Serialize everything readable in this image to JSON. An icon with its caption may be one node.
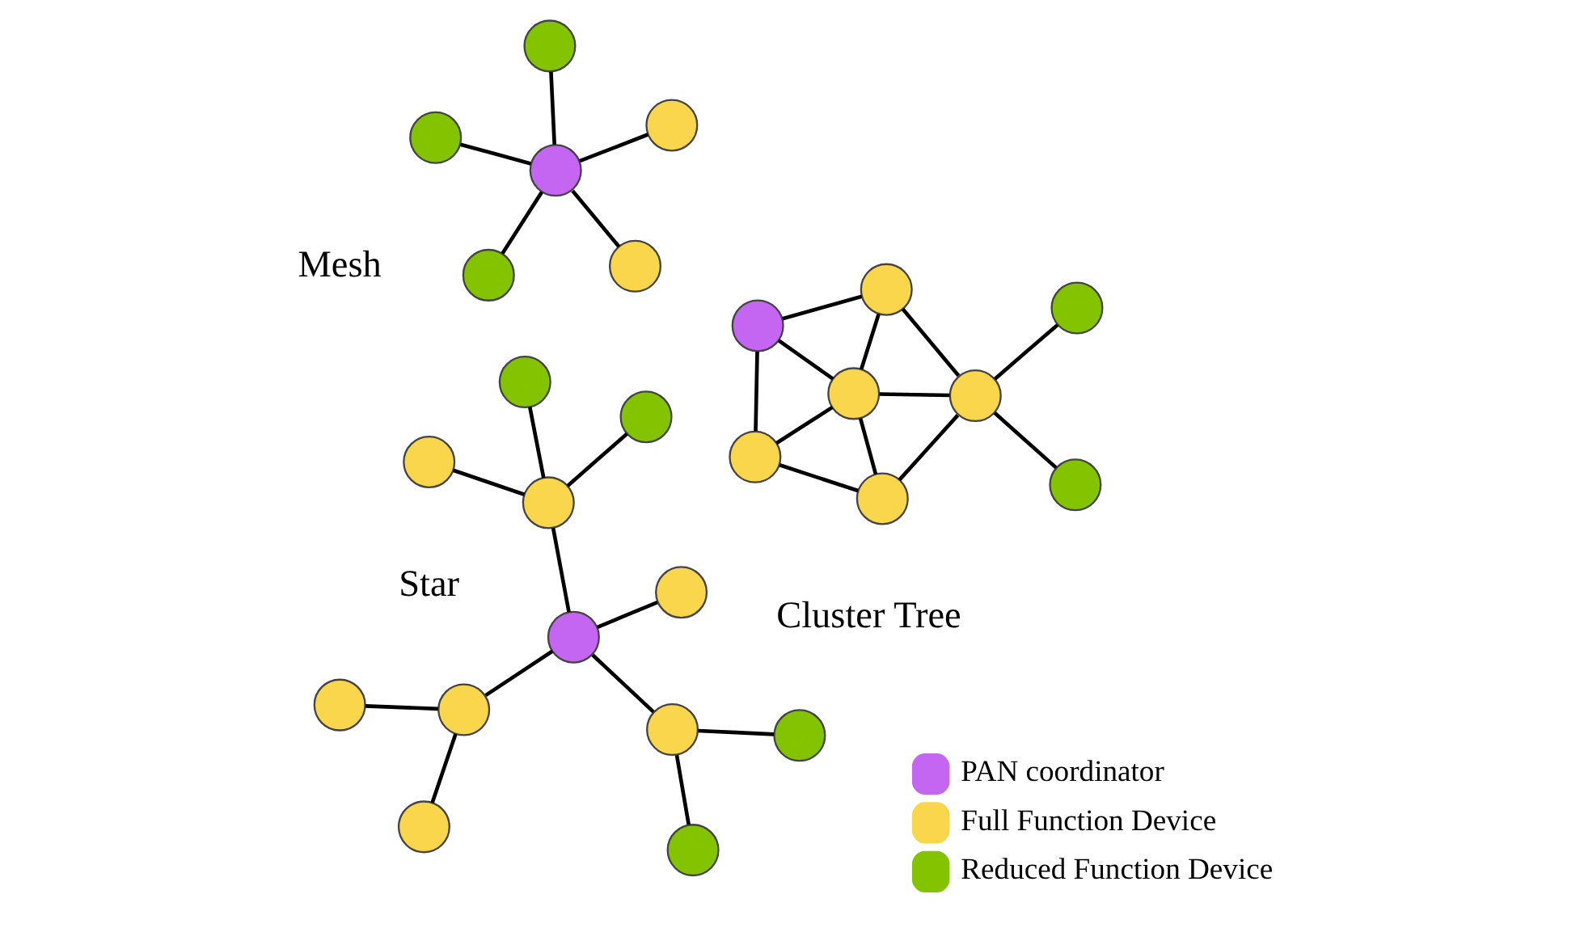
{
  "diagram": {
    "nodes": [
      {
        "text": [],
        "shape": "circle"
      },
      {
        "text": [],
        "shape": "circle"
      },
      {
        "text": [],
        "shape": "circle"
      },
      {
        "text": [],
        "shape": "circle"
      },
      {
        "text": [],
        "shape": "circle"
      },
      {
        "text": [],
        "shape": "circle"
      },
      {
        "text": [],
        "shape": "circle"
      },
      {
        "text": [],
        "shape": "circle"
      },
      {
        "text": [],
        "shape": "circle"
      },
      {
        "text": [],
        "shape": "circle"
      },
      {
        "text": [],
        "shape": "circle"
      },
      {
        "text": [],
        "shape": "circle"
      },
      {
        "text": [],
        "shape": "circle"
      },
      {
        "text": [],
        "shape": "circle"
      },
      {
        "text": [],
        "shape": "circle"
      },
      {
        "text": [],
        "shape": "circle"
      },
      {
        "text": [],
        "shape": "circle"
      },
      {
        "text": [],
        "shape": "circle"
      },
      {
        "text": [],
        "shape": "circle"
      },
      {
        "text": [],
        "shape": "circle"
      },
      {
        "text": [],
        "shape": "circle"
      },
      {
        "text": [],
        "shape": "circle"
      },
      {
        "text": [],
        "shape": "circle"
      },
      {
        "text": [],
        "shape": "circle"
      },
      {
        "text": [],
        "shape": "circle"
      },
      {
        "text": [],
        "shape": "circle"
      }
    ],
    "edges": [
      {
        "from": 0,
        "to": 1,
        "arrow": "none"
      },
      {
        "from": 0,
        "to": 2,
        "arrow": "none"
      },
      {
        "from": 0,
        "to": 3,
        "arrow": "none"
      },
      {
        "from": 0,
        "to": 4,
        "arrow": "none"
      },
      {
        "from": 0,
        "to": 5,
        "arrow": "none"
      },
      {
        "from": 6,
        "to": 7,
        "arrow": "none"
      },
      {
        "from": 6,
        "to": 8,
        "arrow": "none"
      },
      {
        "from": 6,
        "to": 9,
        "arrow": "none"
      },
      {
        "from": 7,
        "to": 8,
        "arrow": "none"
      },
      {
        "from": 7,
        "to": 10,
        "arrow": "none"
      },
      {
        "from": 8,
        "to": 9,
        "arrow": "none"
      },
      {
        "from": 8,
        "to": 10,
        "arrow": "none"
      },
      {
        "from": 8,
        "to": 12,
        "arrow": "none"
      },
      {
        "from": 9,
        "to": 12,
        "arrow": "none"
      },
      {
        "from": 12,
        "to": 10,
        "arrow": "none"
      },
      {
        "from": 10,
        "to": 11,
        "arrow": "none"
      },
      {
        "from": 10,
        "to": 13,
        "arrow": "none"
      },
      {
        "from": 17,
        "to": 14,
        "arrow": "none"
      },
      {
        "from": 17,
        "to": 15,
        "arrow": "none"
      },
      {
        "from": 17,
        "to": 16,
        "arrow": "none"
      },
      {
        "from": 17,
        "to": 19,
        "arrow": "none"
      },
      {
        "from": 18,
        "to": 19,
        "arrow": "none"
      },
      {
        "from": 19,
        "to": 21,
        "arrow": "none"
      },
      {
        "from": 19,
        "to": 22,
        "arrow": "none"
      },
      {
        "from": 22,
        "to": 20,
        "arrow": "none"
      },
      {
        "from": 22,
        "to": 25,
        "arrow": "none"
      },
      {
        "from": 21,
        "to": 24,
        "arrow": "none"
      },
      {
        "from": 21,
        "to": 23,
        "arrow": "none"
      }
    ],
    "labels": [
      "Star",
      "Mesh",
      "Cluster Tree"
    ],
    "legend": [
      {
        "text": "PAN coordinator",
        "color": "#c466f2"
      },
      {
        "text": "Full Function Device",
        "color": "#f9d64c"
      },
      {
        "text": "Reduced Function Device",
        "color": "#84c300"
      }
    ]
  }
}
